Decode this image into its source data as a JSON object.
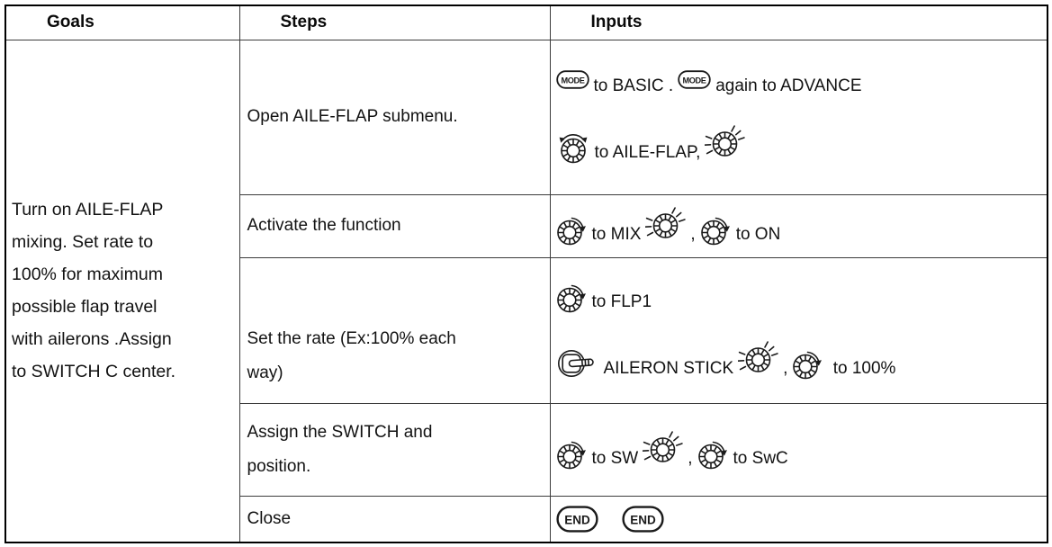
{
  "colors": {
    "ink": "#1a1a1a"
  },
  "header": {
    "goals": "Goals",
    "steps": "Steps",
    "inputs": "Inputs"
  },
  "goals_text": "Turn on AILE-FLAP\nmixing. Set rate to\n100% for maximum\npossible flap travel\nwith ailerons .Assign\nto SWITCH C center.",
  "icon_labels": {
    "mode-button": "MODE",
    "end-button": "END"
  },
  "rows": [
    {
      "step": "Open AILE-FLAP submenu.",
      "input_lines": [
        [
          {
            "icon": "mode-button"
          },
          {
            "text": "to BASIC ."
          },
          {
            "icon": "mode-button"
          },
          {
            "text": "again to ADVANCE"
          }
        ],
        [
          {
            "icon": "dial-rotate-both"
          },
          {
            "text": "to AILE-FLAP,"
          },
          {
            "icon": "dial-press"
          }
        ]
      ]
    },
    {
      "step": "Activate the function",
      "input_lines": [
        [
          {
            "icon": "dial-rotate"
          },
          {
            "text": "to MIX"
          },
          {
            "icon": "dial-press"
          },
          {
            "text": ","
          },
          {
            "icon": "dial-rotate"
          },
          {
            "text": "to ON"
          }
        ]
      ]
    },
    {
      "step": "Set the rate (Ex:100% each\nway)",
      "input_lines": [
        [
          {
            "icon": "dial-rotate"
          },
          {
            "text": "to FLP1"
          }
        ],
        [
          {
            "icon": "stick"
          },
          {
            "text": "AILERON STICK"
          },
          {
            "icon": "dial-press"
          },
          {
            "text": ","
          },
          {
            "icon": "dial-rotate"
          },
          {
            "text": " to 100%"
          }
        ]
      ]
    },
    {
      "step": "Assign the SWITCH and\nposition.",
      "input_lines": [
        [
          {
            "icon": "dial-rotate"
          },
          {
            "text": "to SW"
          },
          {
            "icon": "dial-press"
          },
          {
            "text": ","
          },
          {
            "icon": "dial-rotate"
          },
          {
            "text": "to SwC"
          }
        ]
      ]
    },
    {
      "step": "Close",
      "input_lines": [
        [
          {
            "icon": "end-button"
          },
          {
            "icon": "end-button"
          }
        ]
      ]
    }
  ]
}
